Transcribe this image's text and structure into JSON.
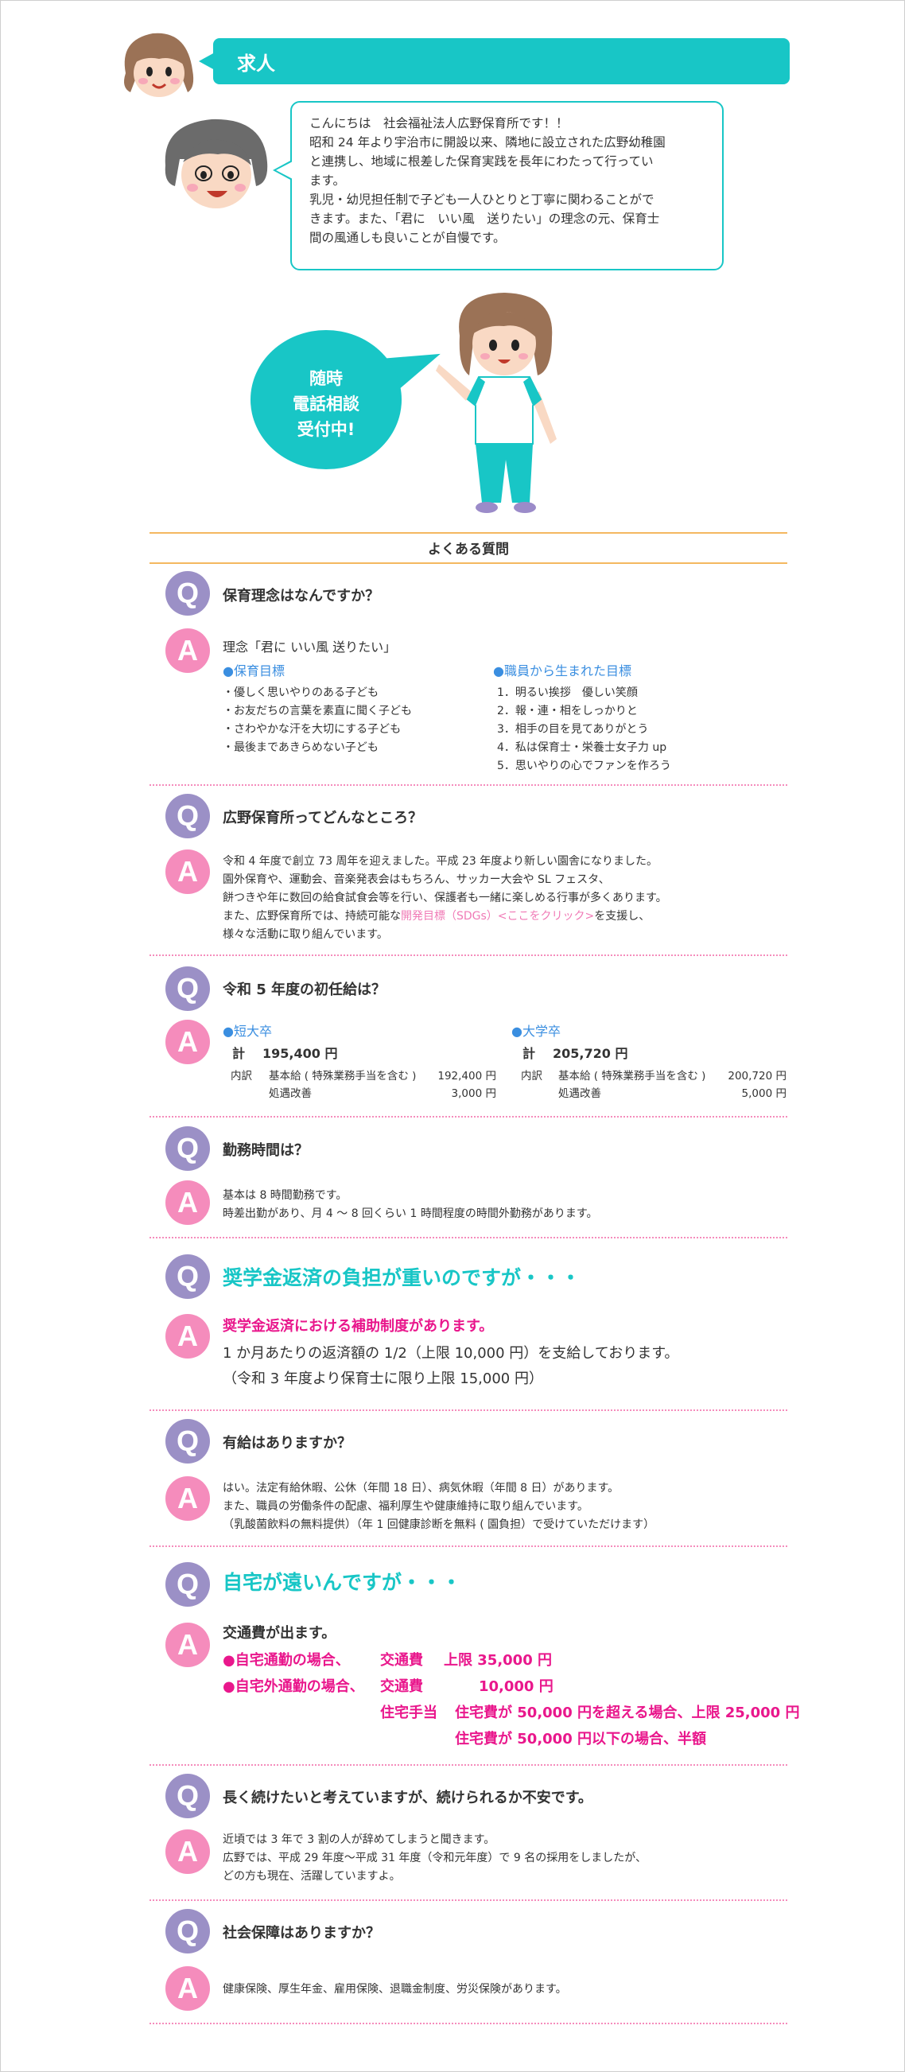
{
  "header": {
    "title": "求人"
  },
  "intro": {
    "lines": [
      "こんにちは　社会福祉法人広野保育所です！！",
      "昭和 24 年より宇治市に開設以来、隣地に設立された広野幼稚園",
      "と連携し、地域に根差した保育実践を長年にわたって行ってい",
      "ます。",
      "乳児・幼児担任制で子ども一人ひとりと丁寧に関わることがで",
      "きます。また、「君に　いい風　送りたい」の理念の元、保育士",
      "間の風通しも良いことが自慢です。"
    ]
  },
  "consult": {
    "lines": [
      "随時",
      "電話相談",
      "受付中!"
    ]
  },
  "faq": {
    "title": "よくある質問",
    "q_label": "Q",
    "a_label": "A",
    "q1": {
      "question": "保育理念はなんですか？",
      "answer_title": "理念「君に いい風 送りたい」",
      "goals_title": "●保育目標",
      "goals": [
        "・優しく思いやりのある子ども",
        "・お友だちの言葉を素直に聞く子ども",
        "・さわやかな汗を大切にする子ども",
        "・最後まであきらめない子ども"
      ],
      "staff_title": "●職員から生まれた目標",
      "staff_goals": [
        "1．明るい挨拶　優しい笑顔",
        "2．報・連・相をしっかりと",
        "3．相手の目を見てありがとう",
        "4．私は保育士・栄養士女子力 up",
        "5．思いやりの心でファンを作ろう"
      ]
    },
    "q2": {
      "question": "広野保育所ってどんなところ？",
      "lines": [
        "令和 4 年度で創立 73 周年を迎えました。平成 23 年度より新しい園舎になりました。",
        "園外保育や、運動会、音楽発表会はもちろん、サッカー大会や SL フェスタ、",
        "餅つきや年に数回の給食試食会等を行い、保護者も一緒に楽しめる行事が多くあります。"
      ],
      "line4_pre": "また、広野保育所では、持続可能な",
      "line4_link": "開発目標（SDGs）<ここをクリック>",
      "line4_post": "を支援し、",
      "line5": "様々な活動に取り組んでいます。"
    },
    "q3": {
      "question": "令和 5 年度の初任給は？",
      "junior": {
        "title": "●短大卒",
        "total_label": "計",
        "total": "195,400 円",
        "breakdown_label": "内訳",
        "base_label": "基本給 ( 特殊業務手当を含む )",
        "base": "192,400 円",
        "improve_label": "処遇改善",
        "improve": "3,000 円"
      },
      "university": {
        "title": "●大学卒",
        "total_label": "計",
        "total": "205,720 円",
        "breakdown_label": "内訳",
        "base_label": "基本給 ( 特殊業務手当を含む )",
        "base": "200,720 円",
        "improve_label": "処遇改善",
        "improve": "5,000 円"
      }
    },
    "q4": {
      "question": "勤務時間は？",
      "lines": [
        "基本は 8 時間勤務です。",
        "時差出勤があり、月 4 〜 8 回くらい 1 時間程度の時間外勤務があります。"
      ]
    },
    "q5": {
      "question": "奨学金返済の負担が重いのですが・・・",
      "answer_title": "奨学金返済における補助制度があります。",
      "lines": [
        "1 か月あたりの返済額の 1/2（上限 10,000 円）を支給しております。",
        "（令和 3 年度より保育士に限り上限 15,000 円）"
      ]
    },
    "q6": {
      "question": "有給はありますか？",
      "lines": [
        "はい。法定有給休暇、公休（年間 18 日）、病気休暇（年間 8 日）があります。",
        "また、職員の労働条件の配慮、福利厚生や健康維持に取り組んでいます。",
        "（乳酸菌飲料の無料提供）（年 1 回健康診断を無料 ( 園負担）で受けていただけます）"
      ]
    },
    "q7": {
      "question": "自宅が遠いんですが・・・",
      "answer_title": "交通費が出ます。",
      "home_label": "●自宅通勤の場合、",
      "home_fee_label": "交通費",
      "home_fee": "上限 35,000 円",
      "away_label": "●自宅外通勤の場合、",
      "away_fee_label": "交通費",
      "away_fee": "10,000 円",
      "housing_label": "住宅手当",
      "housing_1": "住宅費が 50,000 円を超える場合、上限 25,000 円",
      "housing_2": "住宅費が 50,000 円以下の場合、半額"
    },
    "q8": {
      "question": "長く続けたいと考えていますが、続けられるか不安です。",
      "lines": [
        "近頃では 3 年で 3 割の人が辞めてしまうと聞きます。",
        "広野では、平成 29 年度〜平成 31 年度（令和元年度）で 9 名の採用をしましたが、",
        "どの方も現在、活躍していますよ。"
      ]
    },
    "q9": {
      "question": "社会保障はありますか？",
      "answer": "健康保険、厚生年金、雇用保険、退職金制度、労災保険があります。"
    }
  },
  "colors": {
    "teal": "#18c6c6",
    "q_badge": "#9b90c6",
    "a_badge": "#f58cbc",
    "pink_text": "#e9178c",
    "blue_text": "#3a8ee0"
  }
}
